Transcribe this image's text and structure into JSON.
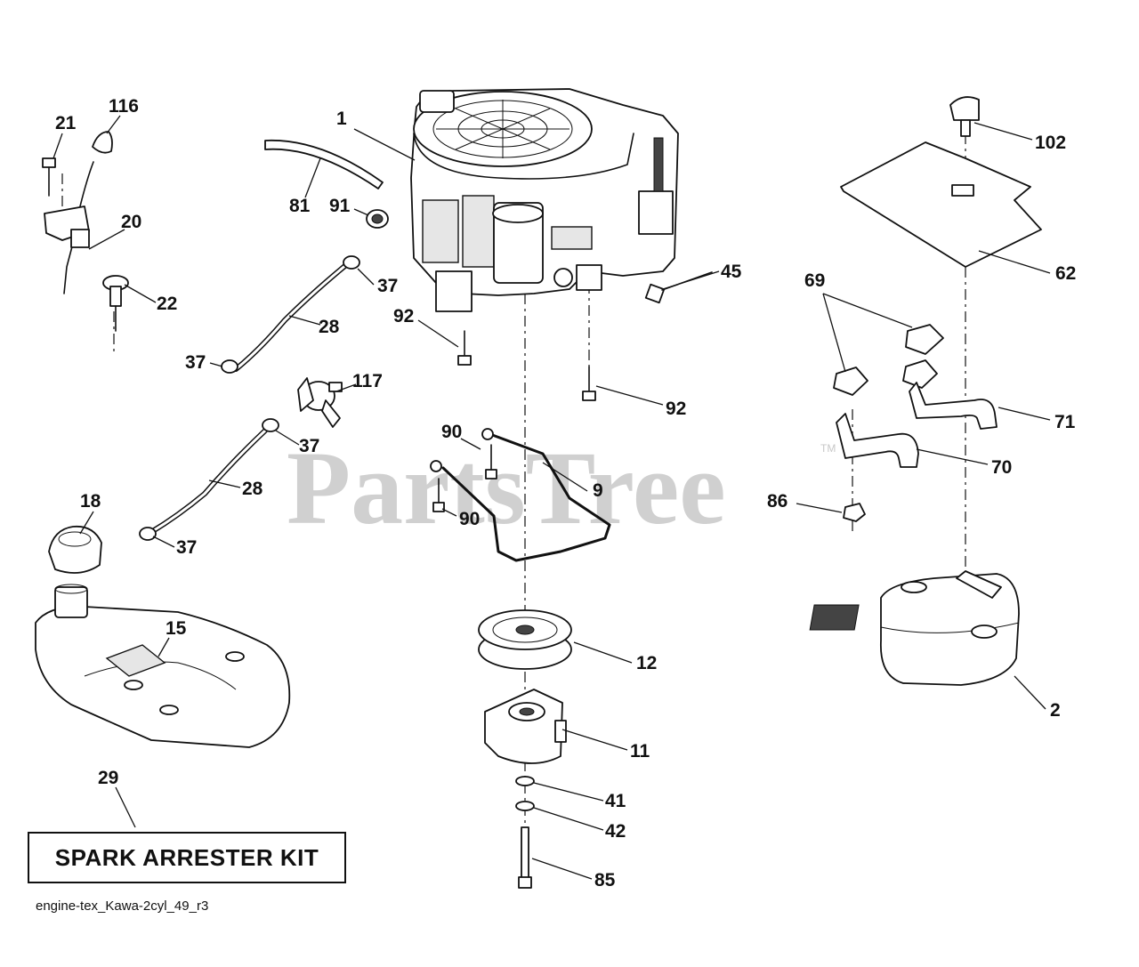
{
  "watermark": {
    "text": "PartsTree",
    "mark": "TM"
  },
  "kit_label": "SPARK ARRESTER KIT",
  "diagram_code": "engine-tex_Kawa-2cyl_49_r3",
  "callouts": [
    {
      "id": "c1",
      "label": "1"
    },
    {
      "id": "c2",
      "label": "2"
    },
    {
      "id": "c9",
      "label": "9"
    },
    {
      "id": "c11",
      "label": "11"
    },
    {
      "id": "c12",
      "label": "12"
    },
    {
      "id": "c15",
      "label": "15"
    },
    {
      "id": "c18",
      "label": "18"
    },
    {
      "id": "c20",
      "label": "20"
    },
    {
      "id": "c21",
      "label": "21"
    },
    {
      "id": "c22",
      "label": "22"
    },
    {
      "id": "c28a",
      "label": "28"
    },
    {
      "id": "c28b",
      "label": "28"
    },
    {
      "id": "c29",
      "label": "29"
    },
    {
      "id": "c37a",
      "label": "37"
    },
    {
      "id": "c37b",
      "label": "37"
    },
    {
      "id": "c37c",
      "label": "37"
    },
    {
      "id": "c37d",
      "label": "37"
    },
    {
      "id": "c41",
      "label": "41"
    },
    {
      "id": "c42",
      "label": "42"
    },
    {
      "id": "c45",
      "label": "45"
    },
    {
      "id": "c62",
      "label": "62"
    },
    {
      "id": "c69",
      "label": "69"
    },
    {
      "id": "c70",
      "label": "70"
    },
    {
      "id": "c71",
      "label": "71"
    },
    {
      "id": "c81",
      "label": "81"
    },
    {
      "id": "c85",
      "label": "85"
    },
    {
      "id": "c86",
      "label": "86"
    },
    {
      "id": "c90a",
      "label": "90"
    },
    {
      "id": "c90b",
      "label": "90"
    },
    {
      "id": "c91",
      "label": "91"
    },
    {
      "id": "c92a",
      "label": "92"
    },
    {
      "id": "c92b",
      "label": "92"
    },
    {
      "id": "c102",
      "label": "102"
    },
    {
      "id": "c116",
      "label": "116"
    },
    {
      "id": "c117",
      "label": "117"
    }
  ]
}
